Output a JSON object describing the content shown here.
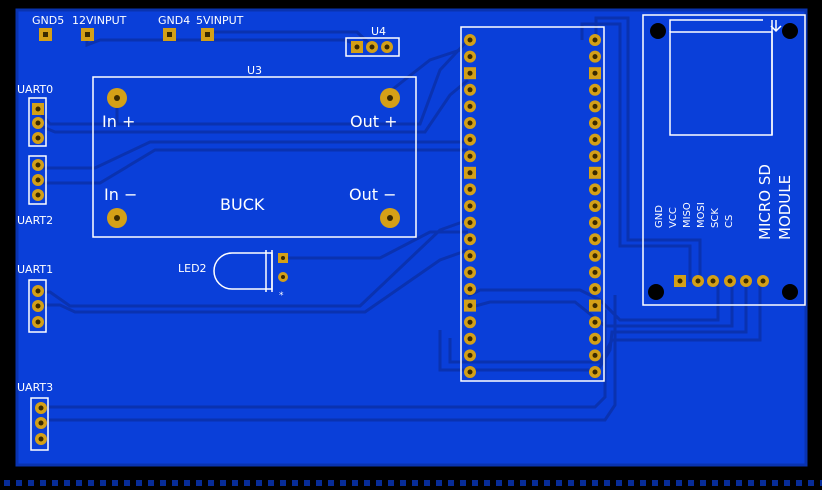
{
  "labels": {
    "gnd5": "GND5",
    "vin12": "12VINPUT",
    "gnd4": "GND4",
    "vin5": "5VINPUT",
    "u4": "U4",
    "u3": "U3",
    "uart0": "UART0",
    "uart2": "UART2",
    "uart1": "UART1",
    "uart3": "UART3",
    "led2": "LED2",
    "in_plus": "In +",
    "out_plus": "Out +",
    "in_minus": "In −",
    "out_minus": "Out −",
    "buck": "BUCK",
    "sd_title_1": "MICRO SD",
    "sd_title_2": "MODULE",
    "pin_gnd": "GND",
    "pin_vcc": "VCC",
    "pin_miso": "MISO",
    "pin_mosi": "MOSI",
    "pin_sck": "SCK",
    "pin_cs": "CS",
    "led_mark": "*"
  },
  "colors": {
    "board": "#0a3fd9",
    "trace": "#0a35b8",
    "pad": "#d4a017",
    "silk": "#ffffff",
    "background": "#000000"
  }
}
